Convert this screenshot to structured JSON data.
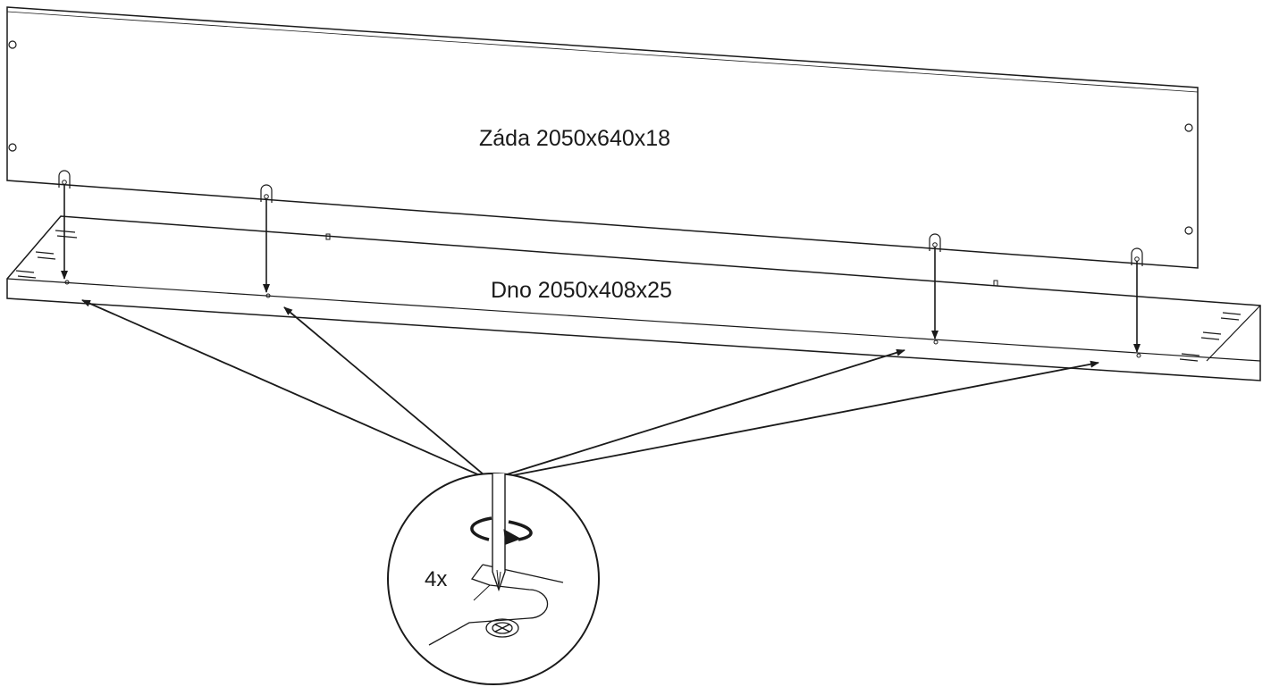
{
  "labels": {
    "back_panel": "Záda 2050x640x18",
    "bottom_panel": "Dno 2050x408x25",
    "quantity": "4x"
  },
  "icons": {
    "screwdriver": "screwdriver-icon",
    "rotation": "rotation-arrow-icon",
    "screw_head": "cross-screw-head-icon"
  },
  "colors": {
    "line": "#1a1a1a",
    "background": "#ffffff"
  }
}
